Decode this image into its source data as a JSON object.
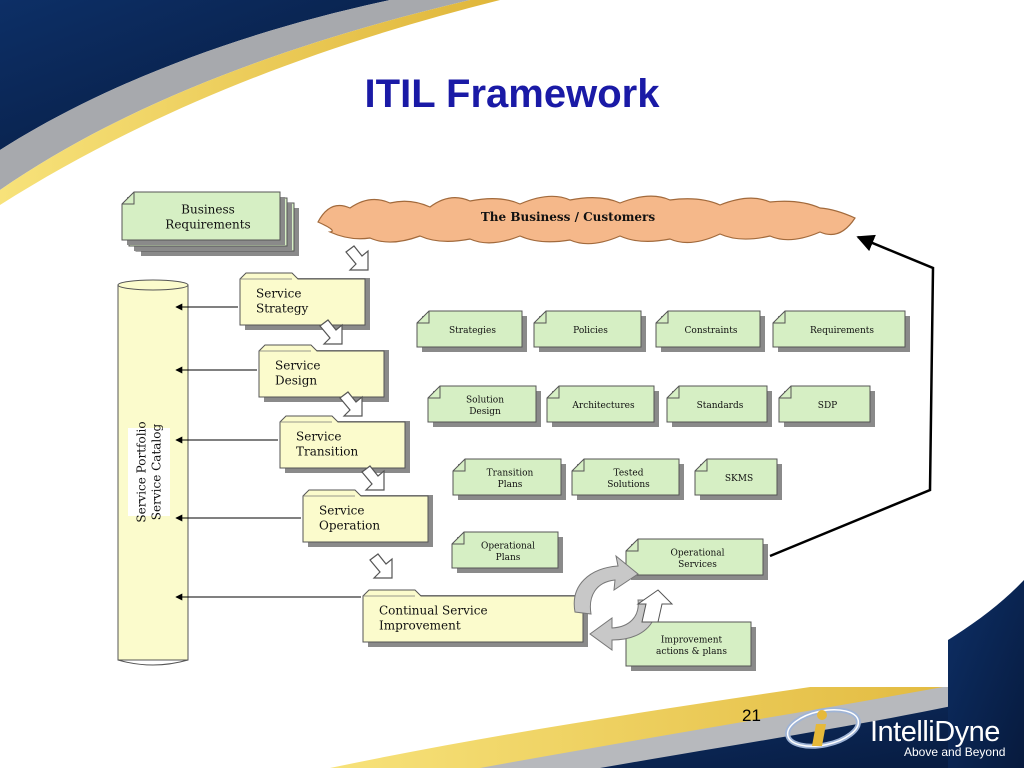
{
  "slide": {
    "title": "ITIL Framework",
    "number": "21",
    "brand_name": "IntelliDyne",
    "tagline": "Above and Beyond"
  },
  "diagram": {
    "business_requirements": "Business|Requirements",
    "customers": "The Business / Customers",
    "portfolio": "Service Portfolio|Service Catalog",
    "stages": [
      "Service|Strategy",
      "Service|Design",
      "Service|Transition",
      "Service|Operation",
      "Continual Service|Improvement"
    ],
    "outputs": [
      "Strategies",
      "Policies",
      "Constraints",
      "Requirements",
      "Solution|Design",
      "Architectures",
      "Standards",
      "SDP",
      "Transition|Plans",
      "Tested|Solutions",
      "SKMS",
      "Operational|Plans",
      "Operational|Services",
      "Improvement|actions & plans"
    ]
  },
  "colors": {
    "title": "#1a1aa6",
    "box_fill": "#d6efc4",
    "stage_fill": "#fbfbcc",
    "cloud_fill": "#f5b88a",
    "navy": "#0b2a5c"
  }
}
